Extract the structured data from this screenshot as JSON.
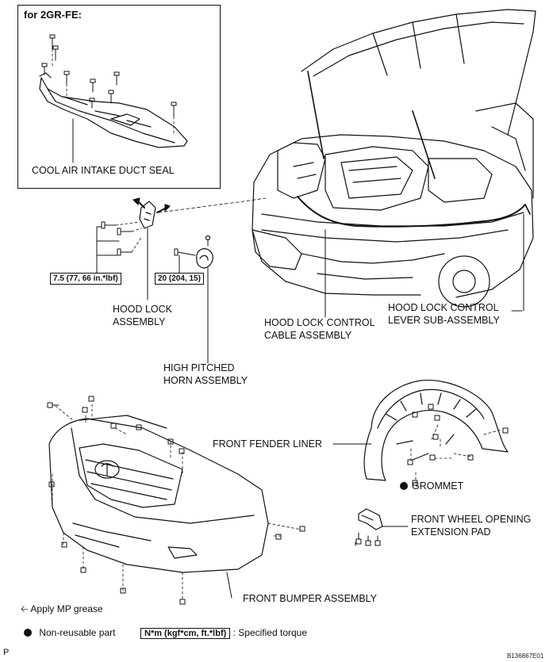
{
  "inset": {
    "title": "for 2GR-FE:"
  },
  "labels": {
    "cool_air": "COOL AIR INTAKE DUCT SEAL",
    "hood_lock_1": "HOOD LOCK",
    "hood_lock_2": "ASSEMBLY",
    "high_pitched_1": "HIGH PITCHED",
    "high_pitched_2": "HORN ASSEMBLY",
    "hood_cable_1": "HOOD LOCK CONTROL",
    "hood_cable_2": "CABLE ASSEMBLY",
    "hood_lever_1": "HOOD LOCK CONTROL",
    "hood_lever_2": "LEVER SUB-ASSEMBLY",
    "fender_liner": "FRONT FENDER LINER",
    "grommet": "GROMMET",
    "wheel_pad_1": "FRONT WHEEL OPENING",
    "wheel_pad_2": "EXTENSION PAD",
    "bumper": "FRONT BUMPER ASSEMBLY"
  },
  "torque": {
    "hood_lock": "7.5 (77, 66 in.*lbf)",
    "horn": "20 (204, 15)"
  },
  "legend": {
    "grease": "Apply MP grease",
    "non_reusable": "Non-reusable part",
    "torque_unit": "N*m (kgf*cm, ft.*lbf)",
    "torque_desc": ": Specified torque"
  },
  "footer": {
    "page_letter": "P",
    "figure_id": "B136867E01"
  },
  "colors": {
    "ink": "#111111",
    "paper": "#ffffff"
  }
}
